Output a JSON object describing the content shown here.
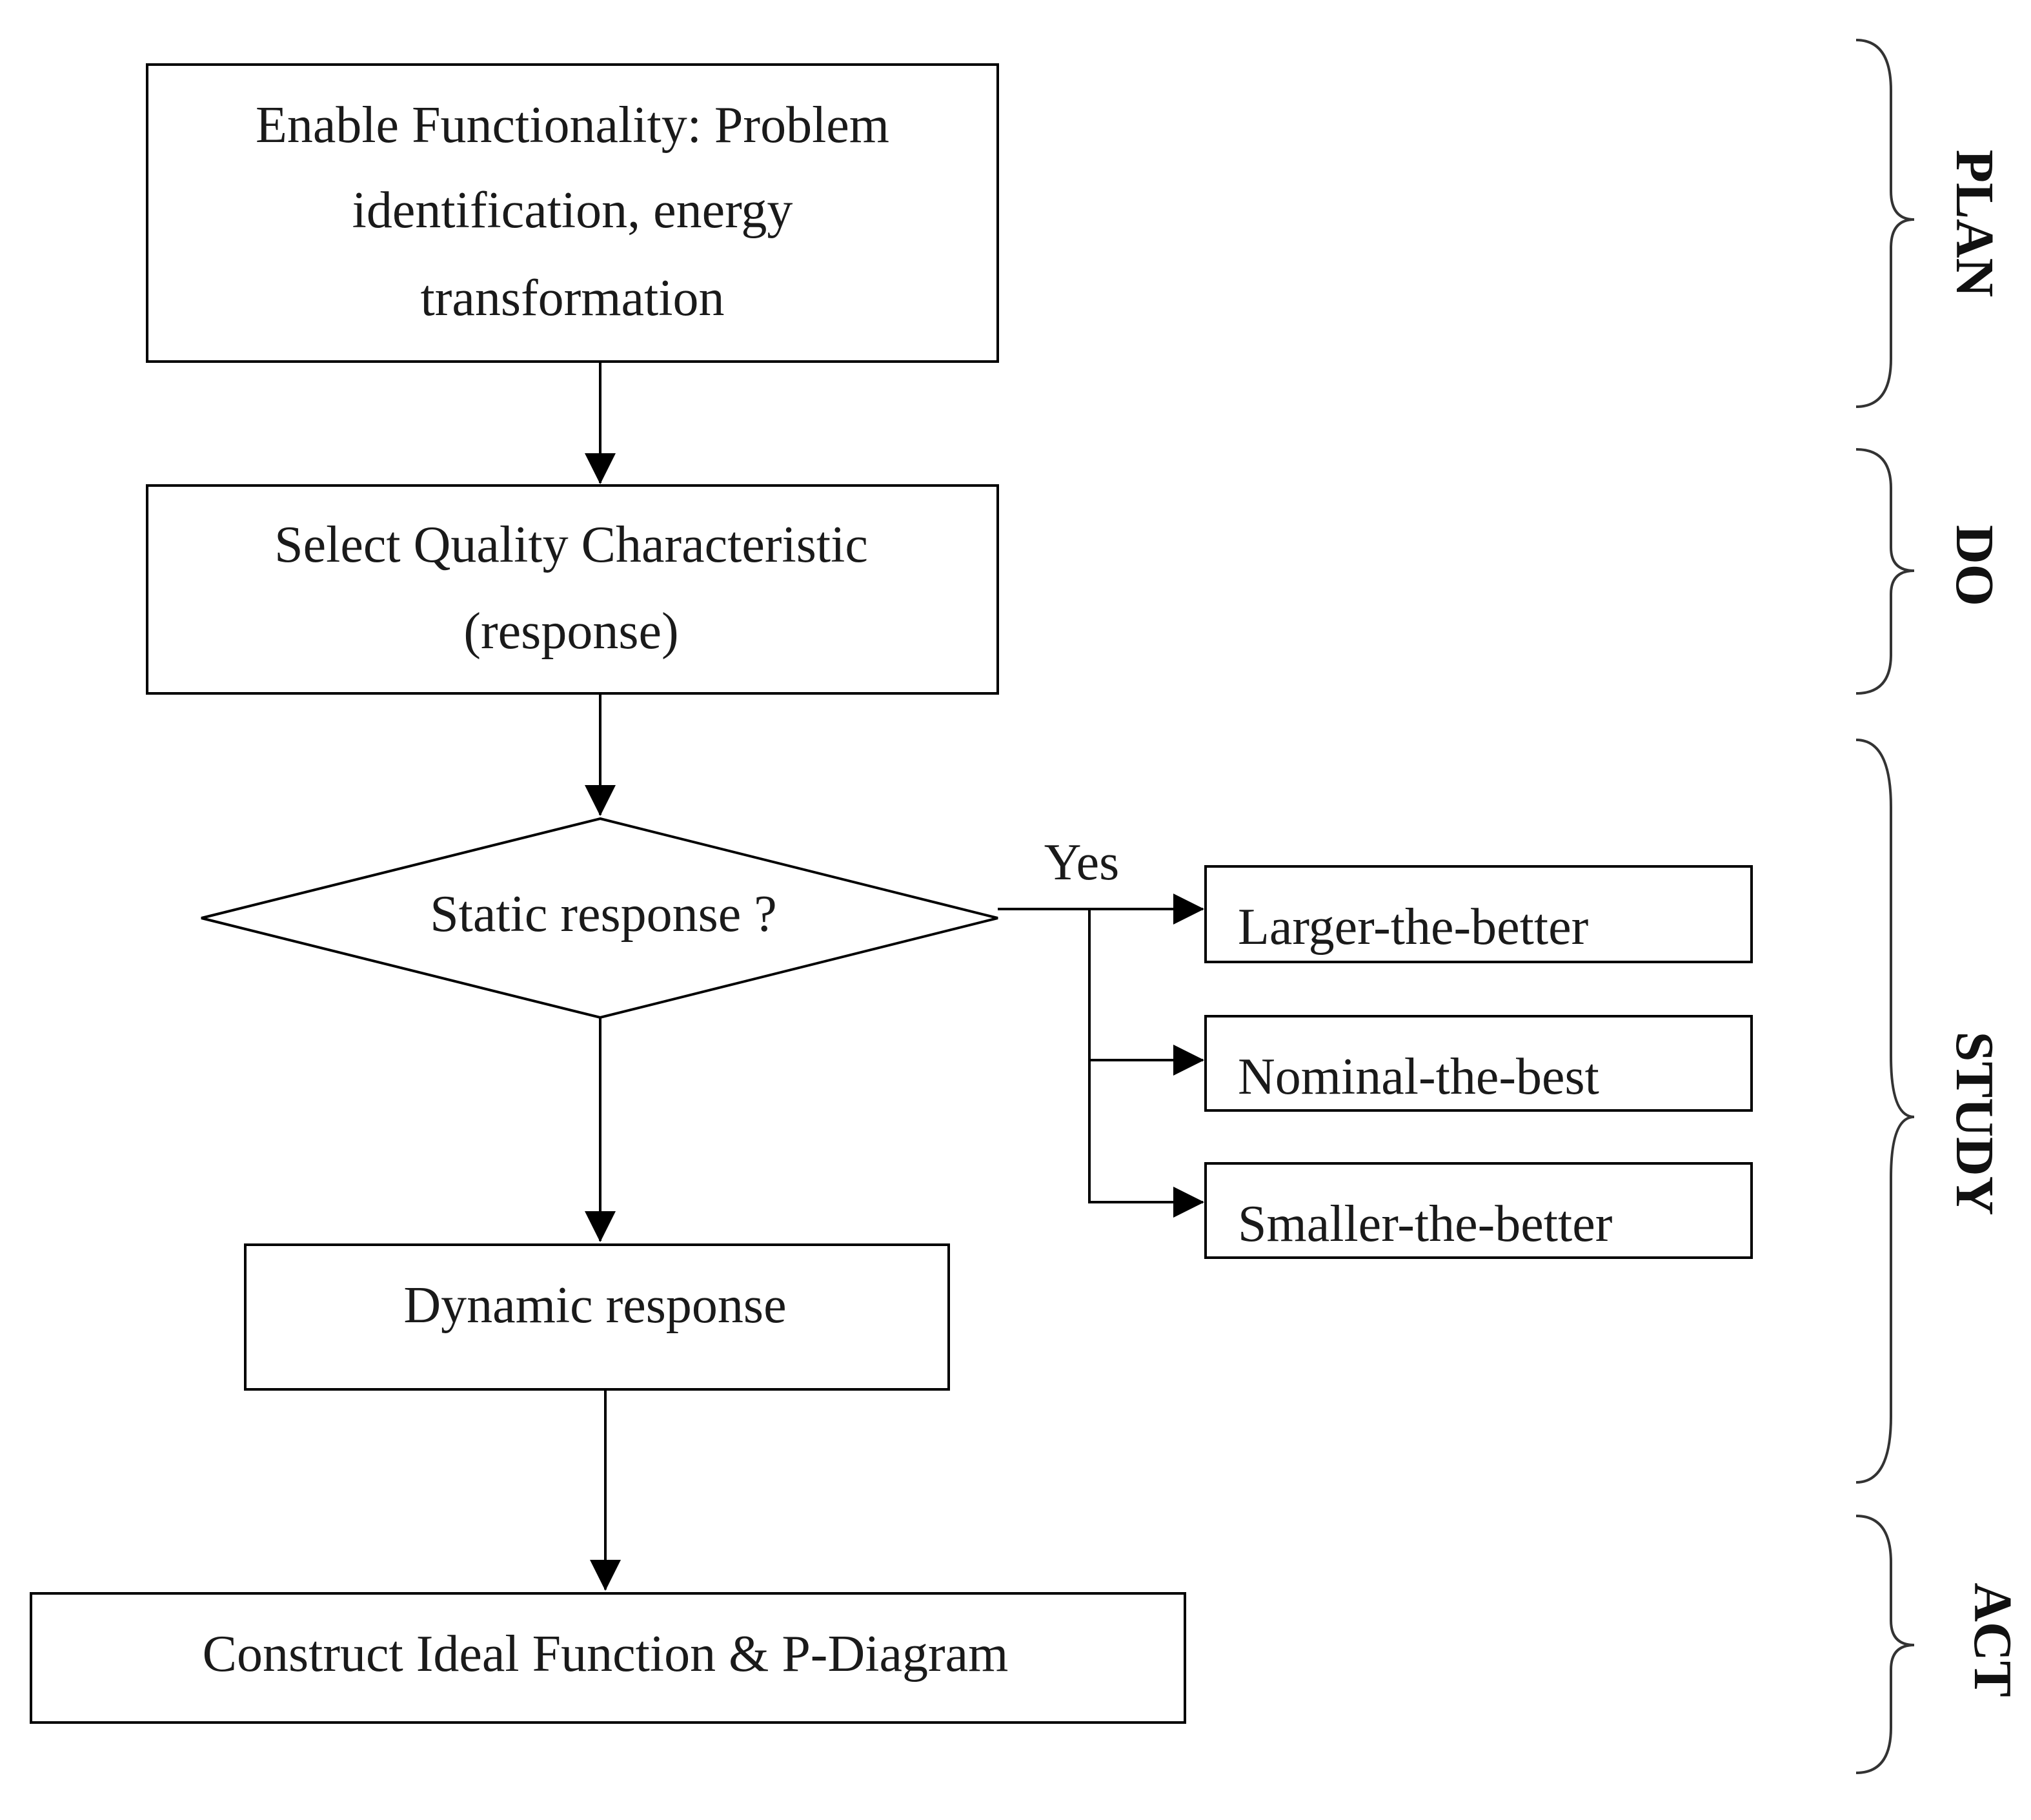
{
  "nodes": {
    "enable": {
      "line1": "Enable Functionality: Problem",
      "line2": "identification, energy",
      "line3": "transformation"
    },
    "select": {
      "line1": "Select Quality Characteristic",
      "line2": "(response)"
    },
    "decision": "Static response ?",
    "yes_label": "Yes",
    "larger": "Larger-the-better",
    "nominal": "Nominal-the-best",
    "smaller": "Smaller-the-better",
    "dynamic": "Dynamic response",
    "construct": "Construct Ideal Function & P-Diagram"
  },
  "phases": {
    "plan": "PLAN",
    "do": "DO",
    "study": "STUDY",
    "act": "ACT"
  }
}
